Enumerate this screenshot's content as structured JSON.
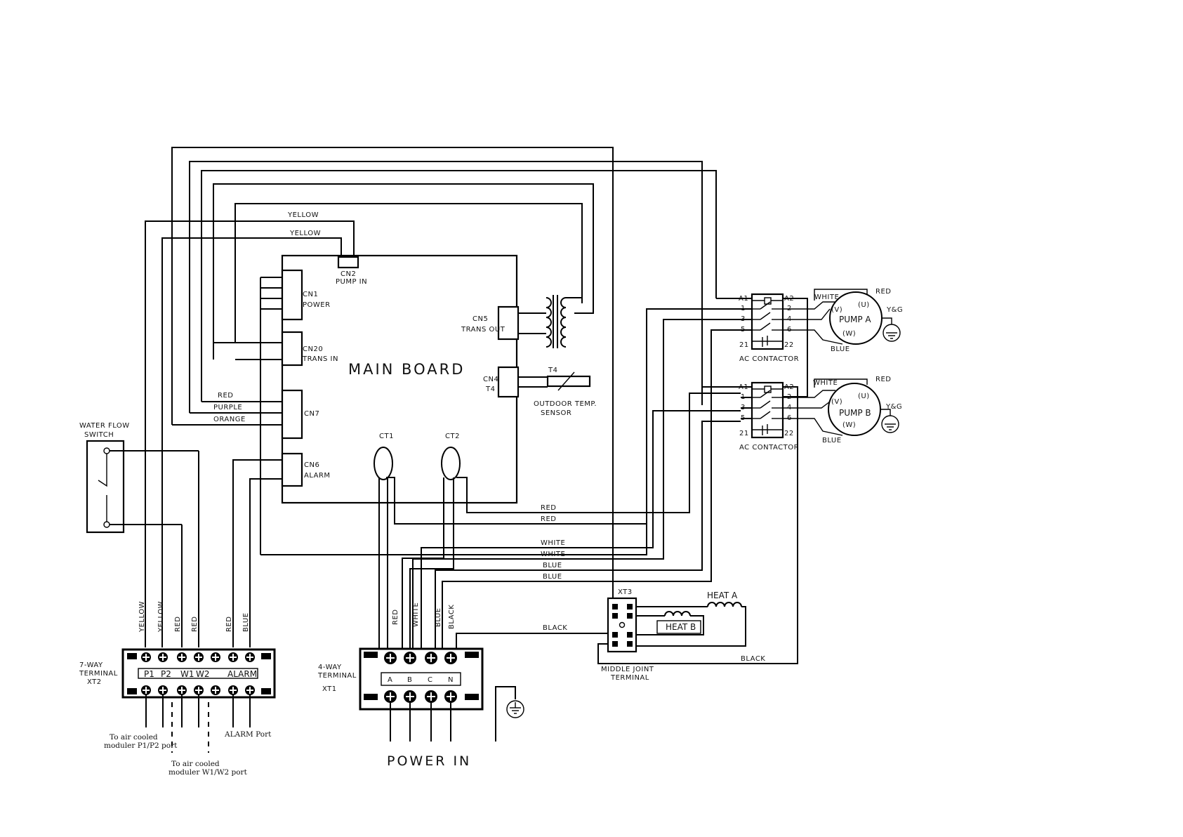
{
  "main_board": {
    "title": "MAIN BOARD",
    "cn2": {
      "name": "CN2",
      "sub": "PUMP IN"
    },
    "cn1": {
      "name": "CN1",
      "sub": "POWER"
    },
    "cn20": {
      "name": "CN20",
      "sub": "TRANS IN"
    },
    "cn7": {
      "name": "CN7"
    },
    "cn6": {
      "name": "CN6",
      "sub": "ALARM"
    },
    "cn5": {
      "name": "CN5",
      "sub": "TRANS OUT"
    },
    "cn4": {
      "name": "CN4",
      "sub": "T4"
    },
    "ct1": "CT1",
    "ct2": "CT2"
  },
  "sensor": {
    "code": "T4",
    "line1": "OUTDOOR TEMP.",
    "line2": "SENSOR"
  },
  "water_flow_switch": {
    "line1": "WATER FLOW",
    "line2": "SWITCH"
  },
  "wire_labels": {
    "yellow1": "YELLOW",
    "yellow2": "YELLOW",
    "red_cn7": "RED",
    "purple_cn7": "PURPLE",
    "orange_cn7": "ORANGE",
    "red_a": "RED",
    "red_b": "RED",
    "white_a": "WHITE",
    "white_b": "WHITE",
    "blue_a": "BLUE",
    "blue_b": "BLUE",
    "black_xt3": "BLACK",
    "black_bottom": "BLACK"
  },
  "xt2": {
    "title_line1": "7-WAY",
    "title_line2": "TERMINAL",
    "title_line3": "XT2",
    "terminals": [
      "P1",
      "P2",
      "W1",
      "W2",
      "ALARM"
    ],
    "wire_labels": [
      "YELLOW",
      "YELLOW",
      "RED",
      "RED",
      "RED",
      "BLUE"
    ],
    "note1_line1": "To air cooled",
    "note1_line2": "moduler P1/P2 port",
    "note2_line1": "To air cooled",
    "note2_line2": "moduler W1/W2 port",
    "alarm_port": "ALARM Port"
  },
  "xt1": {
    "title_line1": "4-WAY",
    "title_line2": "TERMINAL",
    "title_line3": "XT1",
    "terminals": [
      "A",
      "B",
      "C",
      "N"
    ],
    "wire_labels": [
      "RED",
      "WHITE",
      "BLUE",
      "BLACK"
    ],
    "caption": "POWER IN"
  },
  "contactor_a": {
    "name": "AC CONTACTOR",
    "left_pins": [
      "A1",
      "1",
      "3",
      "5",
      "21"
    ],
    "right_pins": [
      "A2",
      "2",
      "4",
      "6",
      "22"
    ]
  },
  "contactor_b": {
    "name": "AC CONTACTOR",
    "left_pins": [
      "A1",
      "1",
      "3",
      "5",
      "21"
    ],
    "right_pins": [
      "A2",
      "2",
      "4",
      "6",
      "22"
    ]
  },
  "pump_a": {
    "name": "PUMP A",
    "u": "(U)",
    "v": "(V)",
    "w": "(W)",
    "white": "WHITE",
    "red": "RED",
    "blue": "BLUE",
    "ground": "Y&G"
  },
  "pump_b": {
    "name": "PUMP B",
    "u": "(U)",
    "v": "(V)",
    "w": "(W)",
    "white": "WHITE",
    "red": "RED",
    "blue": "BLUE",
    "ground": "Y&G"
  },
  "xt3": {
    "name": "XT3",
    "caption_line1": "MIDDLE JOINT",
    "caption_line2": "TERMINAL"
  },
  "heaters": {
    "heat_a": "HEAT A",
    "heat_b": "HEAT B"
  }
}
